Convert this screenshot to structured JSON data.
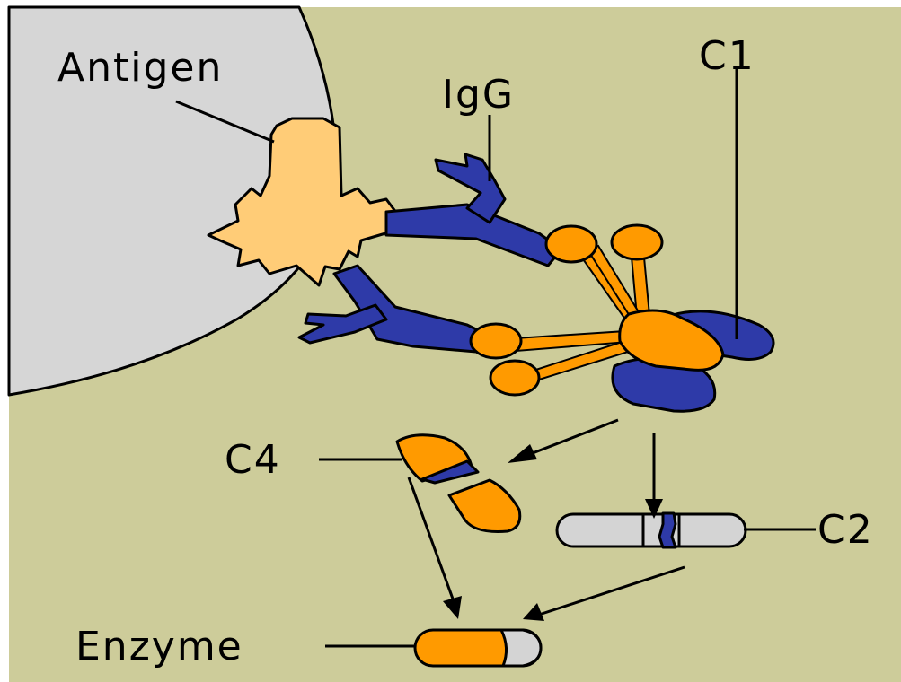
{
  "labels": {
    "antigen": "Antigen",
    "igg": "IgG",
    "c1": "C1",
    "c4": "C4",
    "c2": "C2",
    "enzyme": "Enzyme"
  },
  "colors": {
    "background": "#cdcc9a",
    "cell": "#d6d6d6",
    "antigen": "#ffcc77",
    "antibody": "#2e3aa8",
    "complement": "#ff9a00",
    "c2_fragment": "#d4d4d4",
    "outline": "#000000"
  }
}
